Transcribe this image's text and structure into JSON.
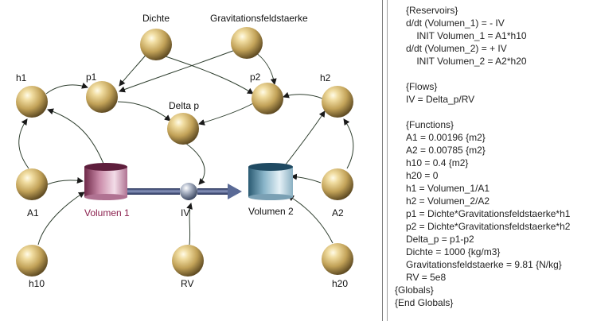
{
  "diagram": {
    "nodes": {
      "dichte": "Dichte",
      "gravitation": "Gravitationsfeldstaerke",
      "h1": "h1",
      "p1": "p1",
      "p2": "p2",
      "h2": "h2",
      "delta_p": "Delta p",
      "a1": "A1",
      "volumen1": "Volumen 1",
      "iv": "IV",
      "volumen2": "Volumen 2",
      "a2": "A2",
      "h10": "h10",
      "rv": "RV",
      "h20": "h20"
    },
    "colors": {
      "sphere": "#c8a85a",
      "reservoir1": "#b06a8a",
      "reservoir2": "#6a9ab0",
      "flow": "#2a3a6a"
    }
  },
  "code": {
    "lines": [
      "{Reservoirs}",
      "d/dt (Volumen_1) = - IV",
      "    INIT Volumen_1 = A1*h10",
      "d/dt (Volumen_2) = + IV",
      "    INIT Volumen_2 = A2*h20",
      "",
      "{Flows}",
      "IV = Delta_p/RV",
      "",
      "{Functions}",
      "A1 = 0.00196 {m2}",
      "A2 = 0.00785 {m2}",
      "h10 = 0.4 {m2}",
      "h20 = 0",
      "h1 = Volumen_1/A1",
      "h2 = Volumen_2/A2",
      "p1 = Dichte*Gravitationsfeldstaerke*h1",
      "p2 = Dichte*Gravitationsfeldstaerke*h2",
      "Delta_p = p1-p2",
      "Dichte = 1000 {kg/m3}",
      "Gravitationsfeldstaerke = 9.81 {N/kg}",
      "RV = 5e8",
      "{Globals}",
      "{End Globals}"
    ]
  }
}
